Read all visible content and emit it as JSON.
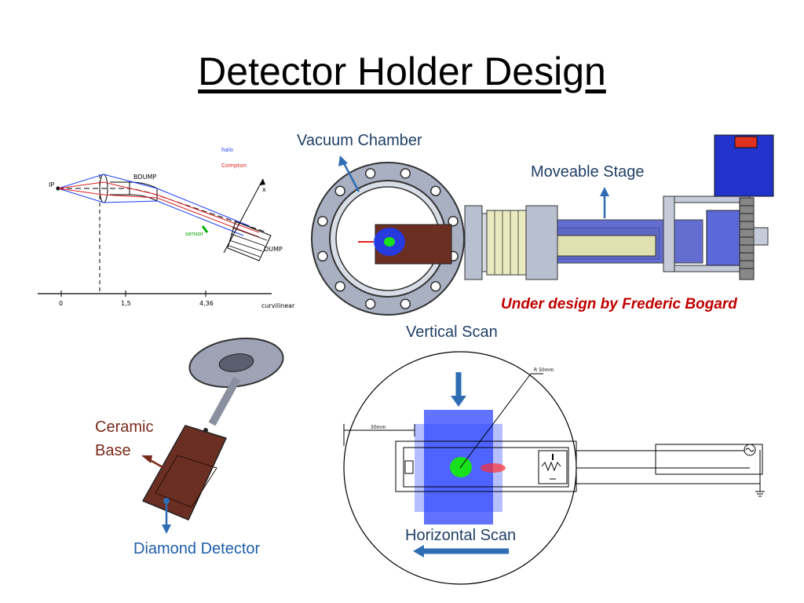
{
  "slide": {
    "title": "Detector Holder Design"
  },
  "labels": {
    "vacuum_chamber": "Vacuum Chamber",
    "moveable_stage": "Moveable Stage",
    "under_design": "Under design by Frederic Bogard",
    "vertical_scan": "Vertical Scan",
    "horizontal_scan": "Horizontal Scan",
    "ceramic_base_1": "Ceramic",
    "ceramic_base_2": "Base",
    "diamond_detector": "Diamond Detector"
  },
  "beamline_diagram": {
    "ip": "IP",
    "bdump": "BDUMP",
    "dump": "DUMP",
    "sensor": "sensor",
    "legend_halo": "halo",
    "legend_compton": "Compton",
    "axis_x": "x",
    "axis_ticks": [
      "0",
      "1,5",
      "4,36"
    ],
    "axis_label": "curvilinear"
  },
  "scan_diagram": {
    "dim_50mm_a": "30mm",
    "dim_50mm_b": "R 50mm"
  },
  "colors": {
    "arrow_blue": "#2e6db4",
    "flange_grey": "#9aa3b5",
    "chamber_blue": "#3b4bc8",
    "ceramic_brown": "#6b2e22",
    "beam_green": "#19e01c",
    "halo_blue": "#1a3cff"
  }
}
